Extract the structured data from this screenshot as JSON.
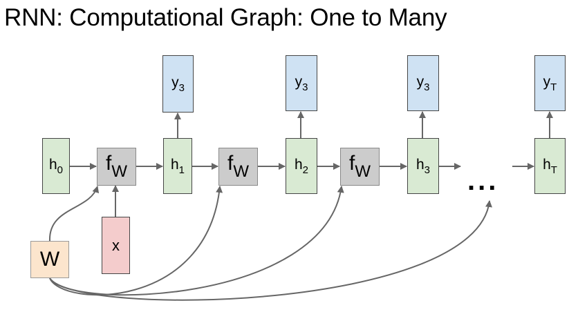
{
  "title": "RNN: Computational Graph: One to Many",
  "nodes": {
    "h0": {
      "base": "h",
      "sub": "0"
    },
    "h1": {
      "base": "h",
      "sub": "1"
    },
    "h2": {
      "base": "h",
      "sub": "2"
    },
    "h3": {
      "base": "h",
      "sub": "3"
    },
    "hT": {
      "base": "h",
      "sub": "T"
    },
    "y1": {
      "base": "y",
      "sub": "3"
    },
    "y2": {
      "base": "y",
      "sub": "3"
    },
    "y3": {
      "base": "y",
      "sub": "3"
    },
    "yT": {
      "base": "y",
      "sub": "T"
    },
    "f1": {
      "base": "f",
      "sub": "W"
    },
    "f2": {
      "base": "f",
      "sub": "W"
    },
    "f3": {
      "base": "f",
      "sub": "W"
    },
    "x": "x",
    "W": "W"
  },
  "ellipsis": "...",
  "colors": {
    "hidden": "#d9ead3",
    "output": "#cfe2f3",
    "function": "#cccccc",
    "input": "#f4cccc",
    "weight": "#fce5cd",
    "edge": "#666666"
  },
  "edges": [
    [
      "h0",
      "f1"
    ],
    [
      "f1",
      "h1"
    ],
    [
      "h1",
      "f2"
    ],
    [
      "f2",
      "h2"
    ],
    [
      "h2",
      "f3"
    ],
    [
      "f3",
      "h3"
    ],
    [
      "h3",
      "dots"
    ],
    [
      "dots",
      "hT"
    ],
    [
      "h1",
      "y1"
    ],
    [
      "h2",
      "y2"
    ],
    [
      "h3",
      "y3"
    ],
    [
      "hT",
      "yT"
    ],
    [
      "x",
      "f1"
    ],
    [
      "W",
      "f1"
    ],
    [
      "W",
      "f2"
    ],
    [
      "W",
      "f3"
    ],
    [
      "W",
      "dots"
    ]
  ]
}
